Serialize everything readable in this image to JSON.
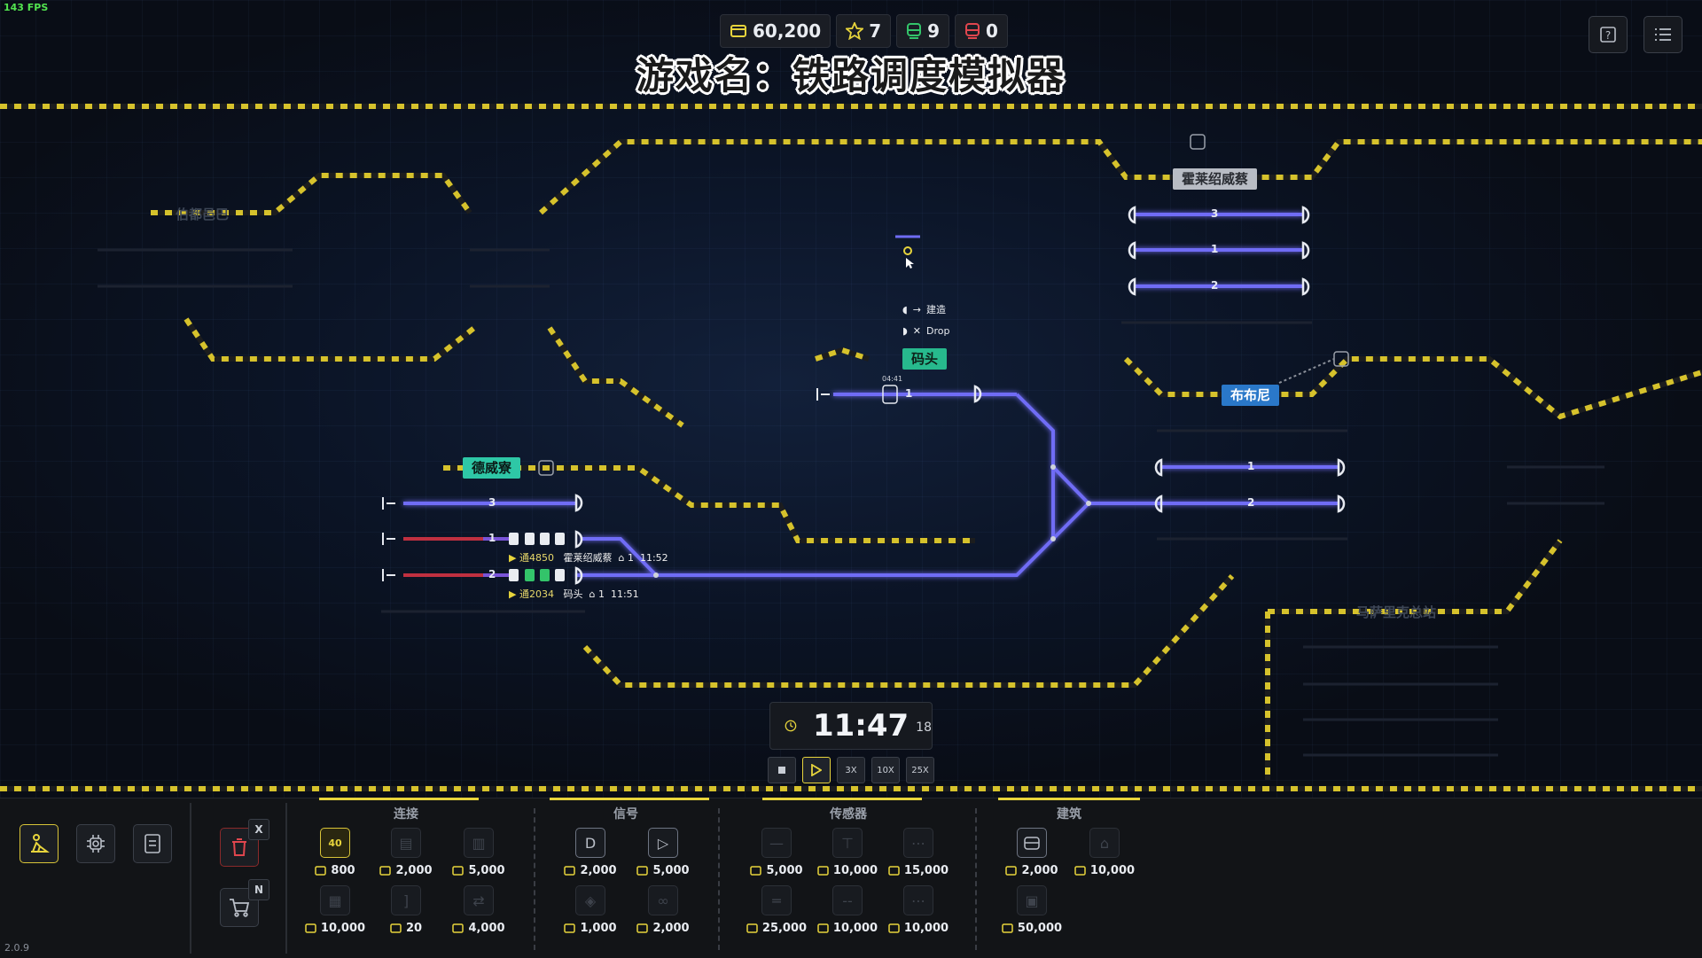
{
  "fps": "143 FPS",
  "version": "2.0.9",
  "title_overlay": "游戏名：铁路调度模拟器",
  "hud": {
    "money": "60,200",
    "stars": "7",
    "trains_active": "9",
    "trains_failed": "0"
  },
  "corner_buttons": [
    "help-icon",
    "menu-list-icon"
  ],
  "stations": {
    "huolai": "霍莱绍威蔡",
    "matou": "码头",
    "bubuni": "布布尼",
    "dewei": "德威寮",
    "bodu": "伯都邑巴",
    "masali": "马萨里克总站"
  },
  "track_numbers": {
    "huolai": [
      "3",
      "1",
      "2"
    ],
    "matou": [
      "1"
    ],
    "bubuni": [
      "1",
      "2"
    ],
    "dewei": [
      "3",
      "1",
      "2"
    ]
  },
  "trains": [
    {
      "id": "通4850",
      "dest": "霍莱绍威蔡",
      "platform": "1",
      "time": "11:52"
    },
    {
      "id": "通2034",
      "dest": "码头",
      "platform": "1",
      "time": "11:51"
    }
  ],
  "matou_timer": "04:41",
  "cursor_tooltip": {
    "build": "建造",
    "drop": "Drop"
  },
  "clock": {
    "time": "11:47",
    "seconds": "18"
  },
  "speed_buttons": [
    "3X",
    "10X",
    "25X"
  ],
  "toolbar": {
    "hotkeys": {
      "delete": "X",
      "shop": "N"
    },
    "categories": {
      "connect": "连接",
      "signal": "信号",
      "sensor": "传感器",
      "building": "建筑"
    },
    "connect_prices": [
      "800",
      "2,000",
      "5,000",
      "10,000",
      "20",
      "4,000"
    ],
    "connect_first_badge": "40",
    "signal_prices": [
      "2,000",
      "5,000",
      "1,000",
      "2,000"
    ],
    "sensor_prices": [
      "5,000",
      "10,000",
      "15,000",
      "25,000",
      "10,000",
      "10,000"
    ],
    "building_prices": [
      "2,000",
      "10,000",
      "50,000"
    ]
  },
  "colors": {
    "track": "#6f6cf5",
    "accent": "#e7d43c",
    "station_green": "#27b98d",
    "station_blue": "#2a78c9",
    "occupied": "#c03040"
  }
}
